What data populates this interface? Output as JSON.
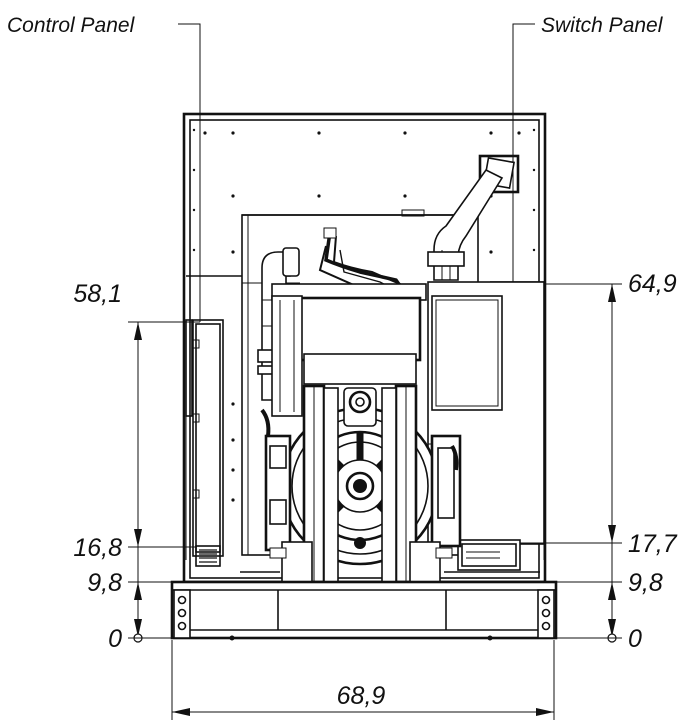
{
  "callouts": {
    "control_panel": "Control Panel",
    "switch_panel": "Switch Panel"
  },
  "dimensions": {
    "left": {
      "top": "58,1",
      "mid": "16,8",
      "low": "9,8",
      "zero": "0"
    },
    "right": {
      "top": "64,9",
      "mid": "17,7",
      "low": "9,8",
      "zero": "0"
    },
    "width": "68,9"
  }
}
